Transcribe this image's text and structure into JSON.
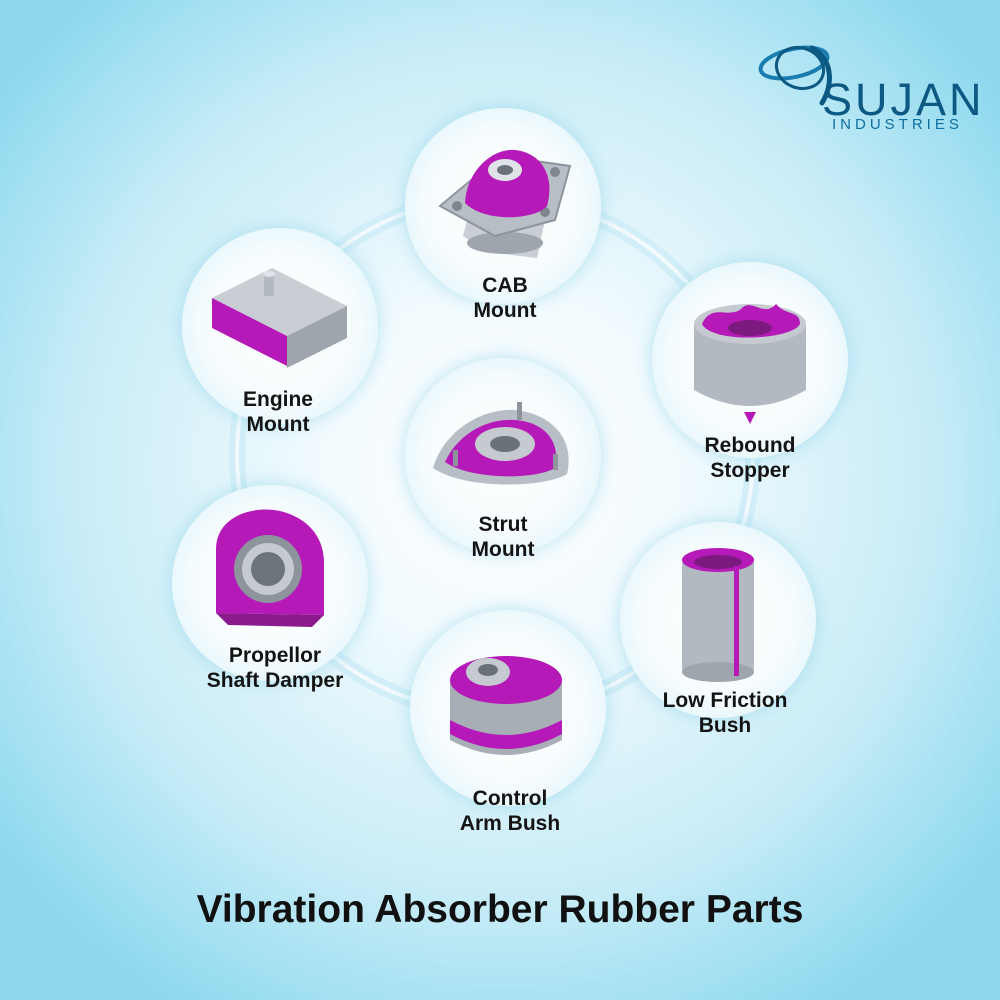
{
  "brand": {
    "name": "SUJAN",
    "subtitle": "INDUSTRIES"
  },
  "title": "Vibration Absorber Rubber Parts",
  "parts": [
    {
      "line1": "CAB",
      "line2": "Mount"
    },
    {
      "line1": "Rebound",
      "line2": "Stopper"
    },
    {
      "line1": "Low Friction",
      "line2": "Bush"
    },
    {
      "line1": "Control",
      "line2": "Arm Bush"
    },
    {
      "line1": "Propellor",
      "line2": "Shaft Damper"
    },
    {
      "line1": "Engine",
      "line2": "Mount"
    },
    {
      "line1": "Strut",
      "line2": "Mount"
    }
  ],
  "colors": {
    "rubber": "#b51ab8",
    "metal": "#aab0b8",
    "ring": "#cdeaf5"
  }
}
